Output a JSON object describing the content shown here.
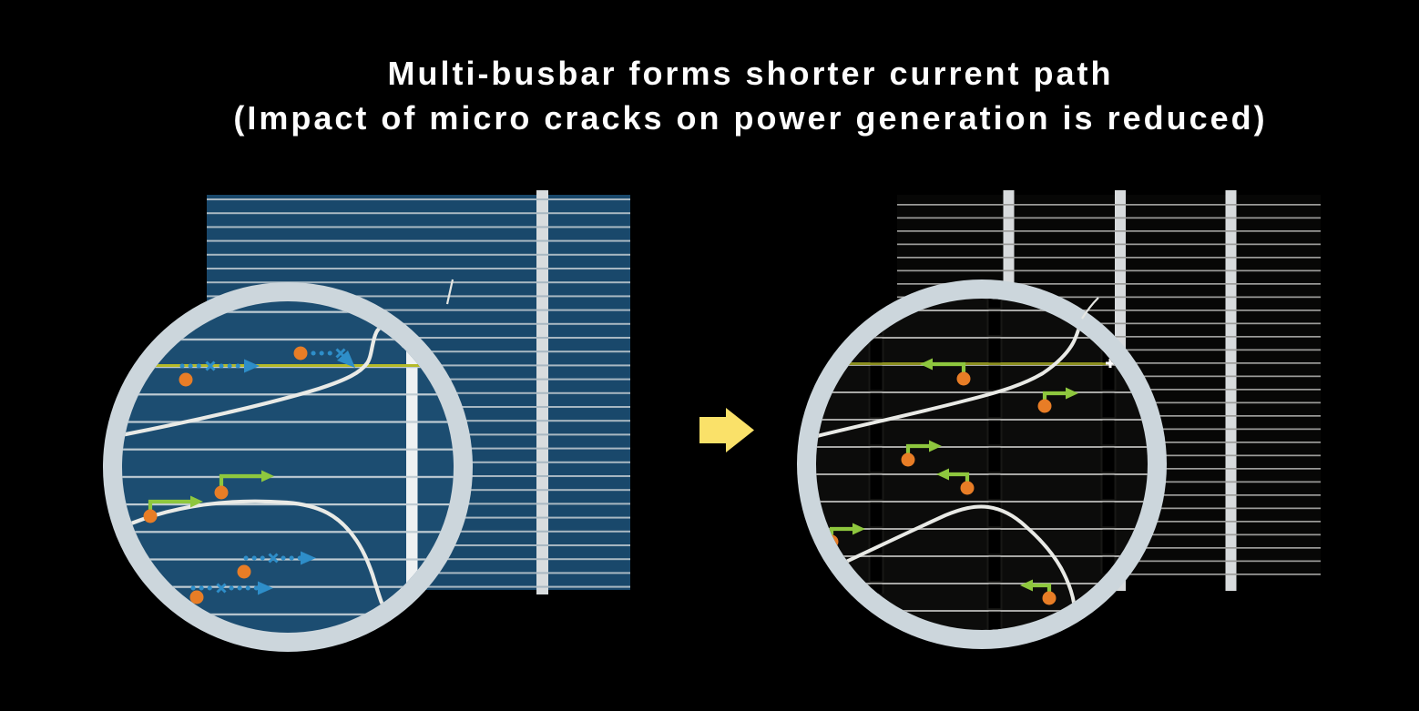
{
  "title": {
    "line1": "Multi-busbar forms shorter current path",
    "line2": "(Impact of micro cracks on power generation is reduced)"
  },
  "diagram": {
    "left_cell": {
      "description": "conventional solar cell with single busbar",
      "cell_color": "#19486b",
      "finger_line_color": "#a9b8c2",
      "busbar_count": 1,
      "busbar_color": "#d8dcde"
    },
    "right_cell": {
      "description": "multi-busbar solar cell",
      "cell_color": "#070706",
      "finger_line_color": "#9c9c9a",
      "busbar_count": 3,
      "busbar_color": "#d8dbdd"
    },
    "magnifier": {
      "ring_color": "#ccd6dc",
      "crack_color": "#e9eae6",
      "electron_color": "#e87d26",
      "long_path_color": "#2e8ec9",
      "short_path_color": "#8ec73e",
      "highlight_finger_left": "#b5ba28",
      "highlight_finger_right": "#8c8f20",
      "solder_plus_mark": "+"
    },
    "transition_arrow_color": "#fae169"
  }
}
